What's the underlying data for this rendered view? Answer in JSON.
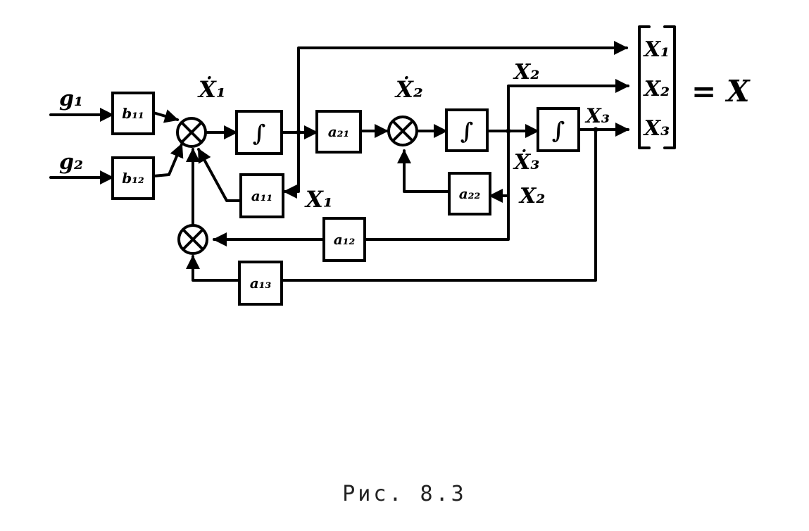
{
  "inputs": {
    "g1": "g₁",
    "g2": "g₂"
  },
  "blocks": {
    "b11": "b₁₁",
    "b12": "b₁₂",
    "int1": "∫",
    "a21": "a₂₁",
    "int2": "∫",
    "int3": "∫",
    "a11": "a₁₁",
    "a22": "a₂₂",
    "a12": "a₁₂",
    "a13": "a₁₃"
  },
  "signals": {
    "x1_dot": "Ẋ₁",
    "x2_dot": "Ẋ₂",
    "x3_dot": "Ẋ₃",
    "x1": "X₁",
    "x2_top": "X₂",
    "x2_fb": "X₂",
    "x3": "X₃"
  },
  "state_vector": {
    "entries": [
      "X₁",
      "X₂",
      "X₃"
    ],
    "equals": "= X"
  },
  "caption": "Рис. 8.3"
}
